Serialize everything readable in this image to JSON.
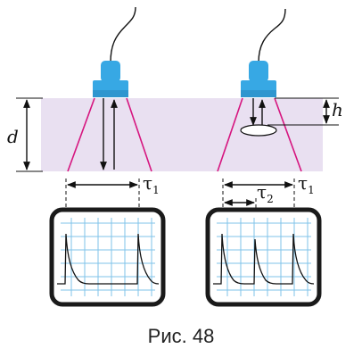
{
  "labels": {
    "depth": "d",
    "defect_depth": "h",
    "tau": "τ",
    "sub1": "1",
    "sub2": "2",
    "caption": "Рис. 48"
  },
  "colors": {
    "specimen": "#e9e0f1",
    "beam": "#d6157f",
    "probe": "#37a8e4",
    "grid": "#7fc3ea",
    "screen_frame": "#1a1a1a"
  }
}
